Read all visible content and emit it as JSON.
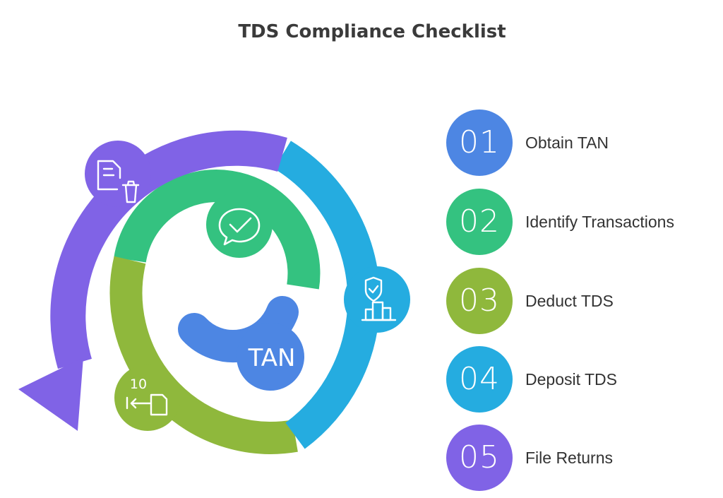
{
  "title": "TDS Compliance Checklist",
  "center_label": "TAN",
  "colors": {
    "blue": "#4d86e3",
    "green": "#34c280",
    "olive": "#8fb83c",
    "cyan": "#25ace0",
    "purple": "#8063e6"
  },
  "steps": [
    {
      "number": "01",
      "label": "Obtain TAN",
      "color": "#4d86e3",
      "icon": "tan-text"
    },
    {
      "number": "02",
      "label": "Identify Transactions",
      "color": "#34c280",
      "icon": "chat-check-icon"
    },
    {
      "number": "03",
      "label": "Deduct TDS",
      "color": "#8fb83c",
      "icon": "countdown-icon"
    },
    {
      "number": "04",
      "label": "Deposit TDS",
      "color": "#25ace0",
      "icon": "shield-building-icon"
    },
    {
      "number": "05",
      "label": "File Returns",
      "color": "#8063e6",
      "icon": "document-trash-icon"
    }
  ],
  "icons": {
    "countdown_number": "10"
  }
}
